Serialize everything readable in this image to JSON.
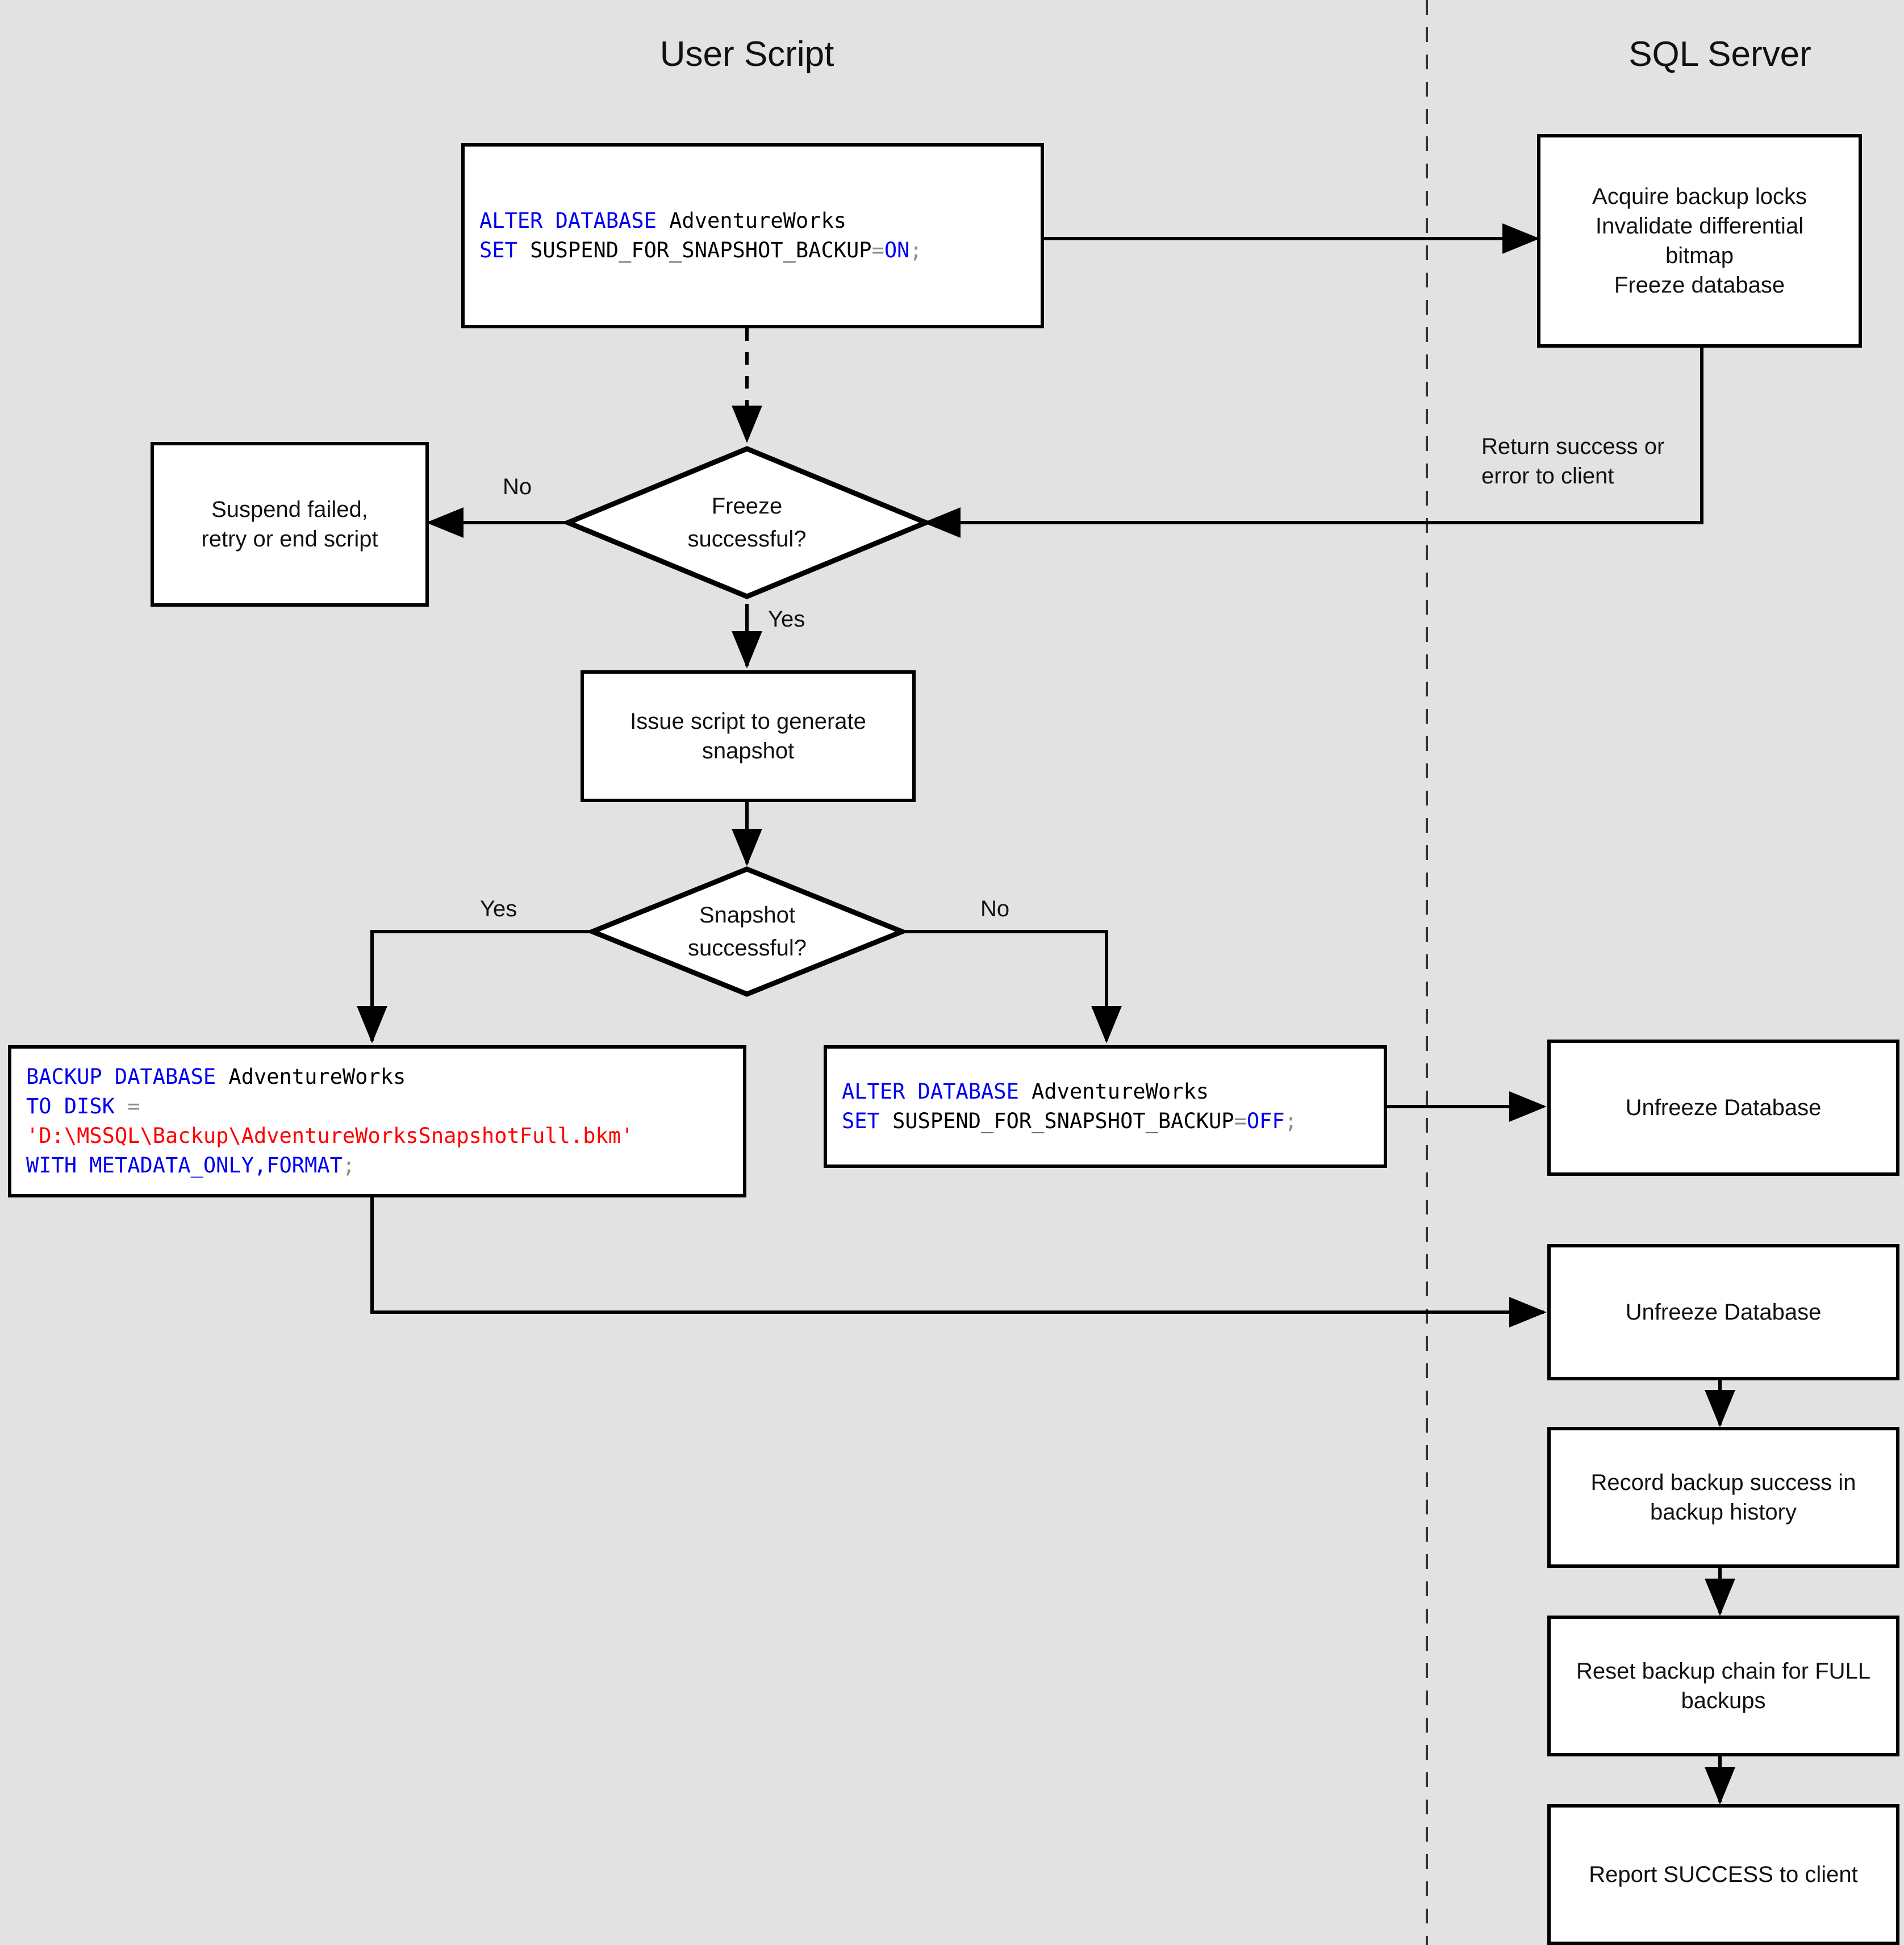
{
  "diagram": {
    "title": "SQL Server database snapshot backup flow",
    "background_color": "#e2e2e2",
    "stroke_color": "#000000",
    "node_fill": "#ffffff",
    "lanes": [
      {
        "id": "user-script",
        "label": "User Script"
      },
      {
        "id": "sql-server",
        "label": "SQL Server"
      }
    ],
    "syntax_colors": {
      "keyword": "#0000f0",
      "identifier": "#000000",
      "string": "#ff0000",
      "operator": "#8a8a8a"
    },
    "code_blocks": {
      "alter_on": {
        "lines": [
          [
            {
              "t": "ALTER DATABASE ",
              "c": "kw"
            },
            {
              "t": "AdventureWorks",
              "c": "id"
            }
          ],
          [
            {
              "t": "SET ",
              "c": "kw"
            },
            {
              "t": "SUSPEND_FOR_SNAPSHOT_BACKUP",
              "c": "id"
            },
            {
              "t": "=",
              "c": "op"
            },
            {
              "t": "ON",
              "c": "kw"
            },
            {
              "t": ";",
              "c": "op"
            }
          ]
        ],
        "plain": "ALTER DATABASE AdventureWorks\nSET SUSPEND_FOR_SNAPSHOT_BACKUP=ON;"
      },
      "alter_off": {
        "lines": [
          [
            {
              "t": "ALTER DATABASE ",
              "c": "kw"
            },
            {
              "t": "AdventureWorks",
              "c": "id"
            }
          ],
          [
            {
              "t": "SET ",
              "c": "kw"
            },
            {
              "t": "SUSPEND_FOR_SNAPSHOT_BACKUP",
              "c": "id"
            },
            {
              "t": "=",
              "c": "op"
            },
            {
              "t": "OFF",
              "c": "kw"
            },
            {
              "t": ";",
              "c": "op"
            }
          ]
        ],
        "plain": "ALTER DATABASE AdventureWorks\nSET SUSPEND_FOR_SNAPSHOT_BACKUP=OFF;"
      },
      "backup": {
        "lines": [
          [
            {
              "t": "BACKUP DATABASE ",
              "c": "kw"
            },
            {
              "t": "AdventureWorks",
              "c": "id"
            }
          ],
          [
            {
              "t": "TO DISK ",
              "c": "kw"
            },
            {
              "t": "=",
              "c": "op"
            }
          ],
          [
            {
              "t": "'D:\\MSSQL\\Backup\\AdventureWorksSnapshotFull.bkm'",
              "c": "str"
            }
          ],
          [
            {
              "t": "WITH METADATA_ONLY,FORMAT",
              "c": "kw"
            },
            {
              "t": ";",
              "c": "op"
            }
          ]
        ],
        "plain": "BACKUP DATABASE AdventureWorks\nTO DISK =\n'D:\\MSSQL\\Backup\\AdventureWorksSnapshotFull.bkm'\nWITH METADATA_ONLY,FORMAT;"
      }
    },
    "nodes": {
      "acquire_locks": {
        "lines": [
          "Acquire backup locks",
          "Invalidate differential",
          "bitmap",
          "Freeze database"
        ]
      },
      "suspend_failed": {
        "lines": [
          "Suspend failed,",
          "retry or end script"
        ]
      },
      "issue_script": {
        "lines": [
          "Issue script to generate",
          "snapshot"
        ]
      },
      "unfreeze_1": {
        "lines": [
          "Unfreeze Database"
        ]
      },
      "unfreeze_2": {
        "lines": [
          "Unfreeze Database"
        ]
      },
      "record_backup": {
        "lines": [
          "Record backup success in",
          "backup history"
        ]
      },
      "reset_chain": {
        "lines": [
          "Reset backup chain for FULL",
          "backups"
        ]
      },
      "report_success": {
        "lines": [
          "Report SUCCESS to client"
        ]
      }
    },
    "decisions": {
      "freeze_successful": {
        "line1": "Freeze",
        "line2": "successful?"
      },
      "snapshot_successful": {
        "line1": "Snapshot",
        "line2": "successful?"
      }
    },
    "edge_labels": {
      "freeze_no": "No",
      "freeze_yes": "Yes",
      "snapshot_yes": "Yes",
      "snapshot_no": "No",
      "return_to_client_l1": "Return success or",
      "return_to_client_l2": "error to client"
    }
  }
}
